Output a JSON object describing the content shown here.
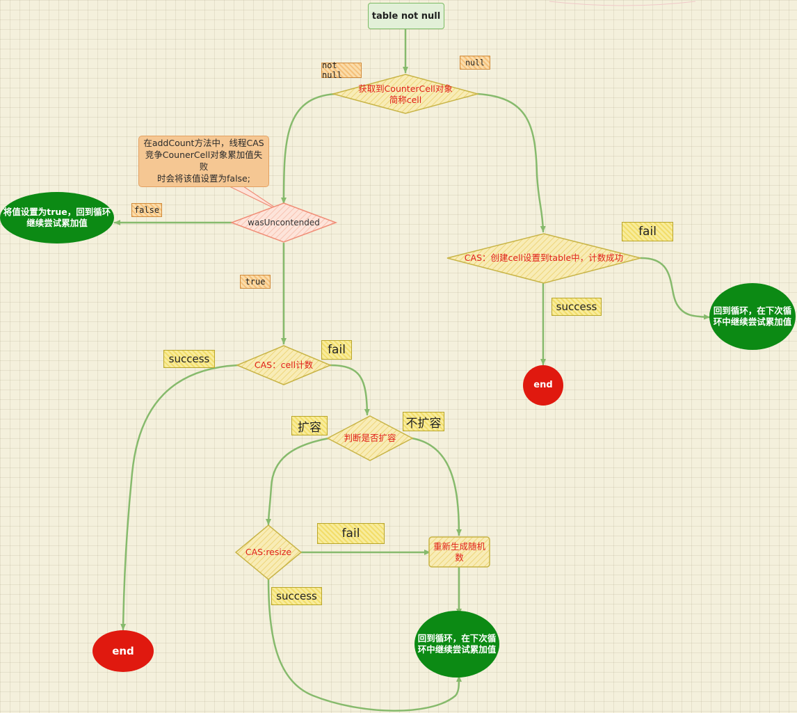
{
  "nodes": {
    "start": "table not null",
    "get_cell": "获取到CounterCell对象\n简称cell",
    "note": "在addCount方法中，线程CAS\n竞争CounerCell对象累加值失败\n时会将该值设置为false;",
    "was_uncontended": "wasUncontended",
    "set_true": "将值设置为true，回到循环\n继续尝试累加值",
    "cas_create": "CAS：创建cell设置到table中，计数成功",
    "retry_right": "回到循环，在下次循\n环中继续尝试累加值",
    "end_right": "end",
    "cas_cell": "CAS：cell计数",
    "resize_check": "判断是否扩容",
    "cas_resize": "CAS:resize",
    "rehash": "重新生成随机\n数",
    "retry_bottom": "回到循环，在下次循\n环中继续尝试累加值",
    "end_left": "end"
  },
  "edge_labels": {
    "not_null": "not null",
    "null": "null",
    "false": "false",
    "true": "true",
    "fail_create": "fail",
    "success_create": "success",
    "success_cell": "success",
    "fail_cell": "fail",
    "expand": "扩容",
    "no_expand": "不扩容",
    "fail_resize": "fail",
    "success_resize": "success"
  },
  "colors": {
    "edge": "#86ba6c",
    "diamond_fill": "#f7ebb4",
    "diamond_stroke": "#c8b446",
    "pink_fill": "#fde0d6",
    "pink_stroke": "#f08d76",
    "green_ellipse": "#0c8a14",
    "red_ellipse": "#e0190f",
    "node_text_red": "#e0201a"
  }
}
